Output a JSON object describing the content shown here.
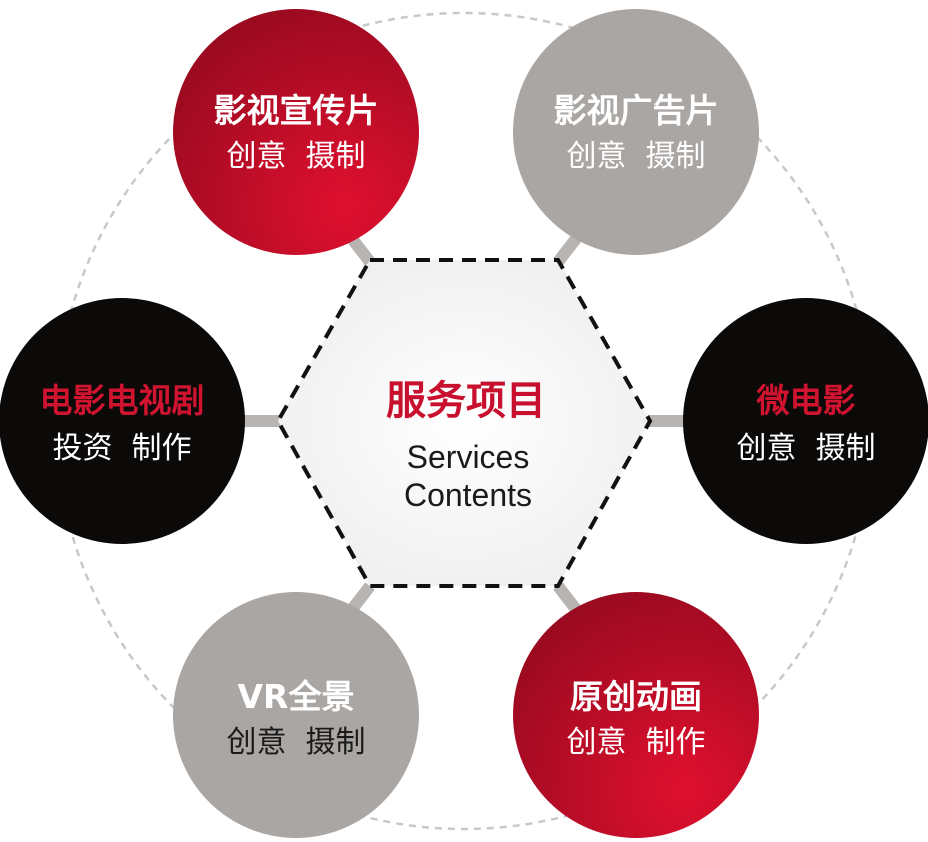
{
  "center": {
    "title": "服务项目",
    "subtitle_line1": "Services",
    "subtitle_line2": "Contents"
  },
  "colors": {
    "red": "#c8102e",
    "red_dark": "#9e0b22",
    "grey": "#aaa6a3",
    "black": "#0c0909",
    "connector": "#b8b4b2",
    "dashed_circle": "#c8c8c8",
    "center_fill": "#f2f2f2"
  },
  "nodes": [
    {
      "id": "promo-film",
      "title": "影视宣传片",
      "subtitle": "创意  摄制",
      "style": "red"
    },
    {
      "id": "ad-film",
      "title": "影视广告片",
      "subtitle": "创意  摄制",
      "style": "grey"
    },
    {
      "id": "micro-film",
      "title": "微电影",
      "subtitle": "创意  摄制",
      "style": "black"
    },
    {
      "id": "original-animation",
      "title": "原创动画",
      "subtitle": "创意  制作",
      "style": "red"
    },
    {
      "id": "vr-panorama",
      "title": "VR全景",
      "subtitle": "创意  摄制",
      "style": "grey"
    },
    {
      "id": "film-tv-drama",
      "title": "电影电视剧",
      "subtitle": "投资  制作",
      "style": "black"
    }
  ]
}
